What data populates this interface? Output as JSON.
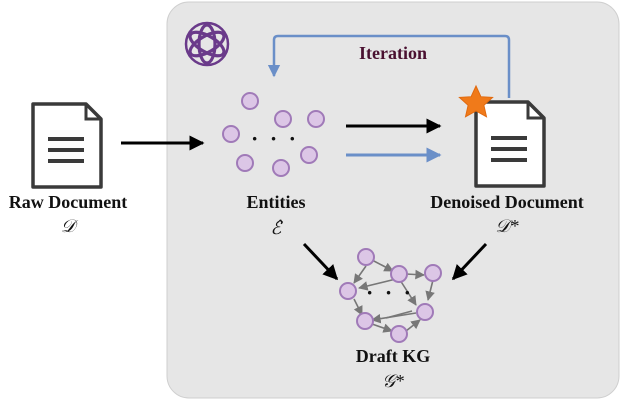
{
  "labels": {
    "iteration": "Iteration",
    "raw_document": "Raw Document",
    "raw_document_symbol": "𝒟",
    "entities": "Entities",
    "entities_symbol": "ℰ̂",
    "denoised_document": "Denoised Document",
    "denoised_document_symbol": "𝒟*",
    "draft_kg": "Draft KG",
    "draft_kg_symbol": "𝒢*",
    "ellipsis": "· · ·"
  },
  "icons": {
    "logo": "openai-logo-icon",
    "raw_document": "document-icon",
    "denoised_document": "document-icon",
    "highlight": "star-icon"
  },
  "colors": {
    "panel": "#e6e6e6",
    "node_fill": "#dcc6e6",
    "node_stroke": "#a07ab8",
    "blue_arrow": "#6a8fc8",
    "black_arrow": "#000000",
    "star": "#f07a1a",
    "logo": "#6a3a8a"
  }
}
